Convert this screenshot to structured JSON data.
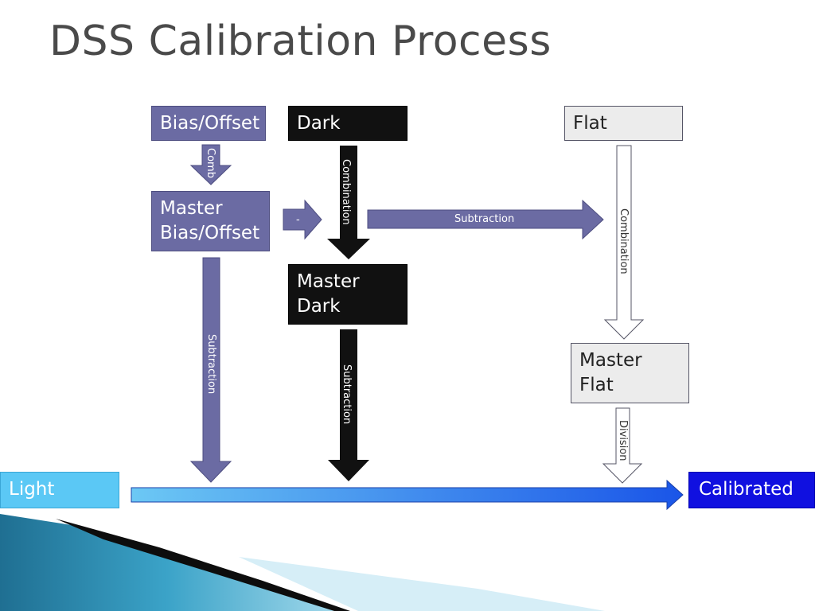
{
  "title": "DSS Calibration Process",
  "boxes": {
    "bias": "Bias/Offset",
    "dark": "Dark",
    "flat": "Flat",
    "master_bias_line1": "Master",
    "master_bias_line2": "Bias/Offset",
    "master_dark_line1": "Master",
    "master_dark_line2": "Dark",
    "master_flat_line1": "Master",
    "master_flat_line2": "Flat",
    "light": "Light",
    "calibrated": "Calibrated"
  },
  "arrows": {
    "comb": "Comb",
    "combination_dark": "Combination",
    "combination_flat": "Combination",
    "minus": "-",
    "subtraction_to_flat": "Subtraction",
    "subtraction_bias": "Subtraction",
    "subtraction_dark": "Subtraction",
    "division": "Division"
  },
  "colors": {
    "purple": "#6b6ba3",
    "black": "#111111",
    "grey": "#ececec",
    "light_blue": "#5bc8f5",
    "calibrated_blue": "#1010e0"
  }
}
